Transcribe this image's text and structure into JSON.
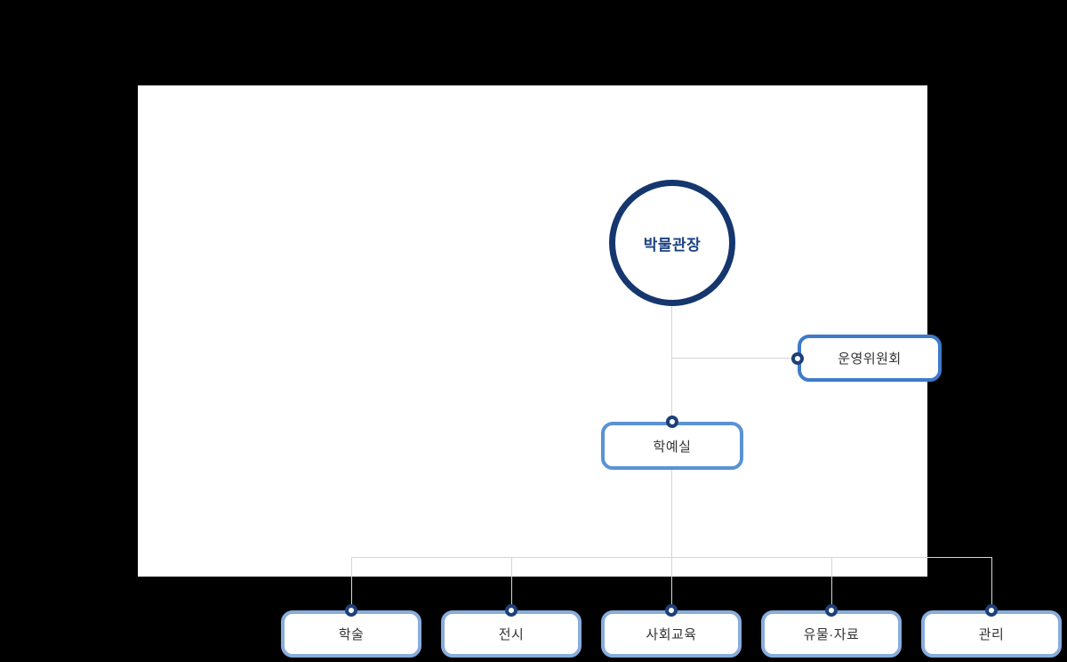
{
  "org_chart": {
    "title": "museum-organization-chart",
    "root": {
      "label": "박물관장"
    },
    "committee": {
      "label": "운영위원회"
    },
    "office": {
      "label": "학예실"
    },
    "departments": [
      {
        "label": "학술"
      },
      {
        "label": "전시"
      },
      {
        "label": "사회교육"
      },
      {
        "label": "유물·자료"
      },
      {
        "label": "관리"
      }
    ],
    "colors": {
      "background": "#000000",
      "canvas": "#ffffff",
      "root_ring": "#15376e",
      "root_text": "#1d4184",
      "committee_border": "#3d7bc8",
      "office_border": "#5a92d4",
      "department_border": "#88acdc",
      "connector_dot_ring": "#1d4077",
      "connector_line": "#d5d5d5",
      "node_text": "#333333"
    }
  }
}
